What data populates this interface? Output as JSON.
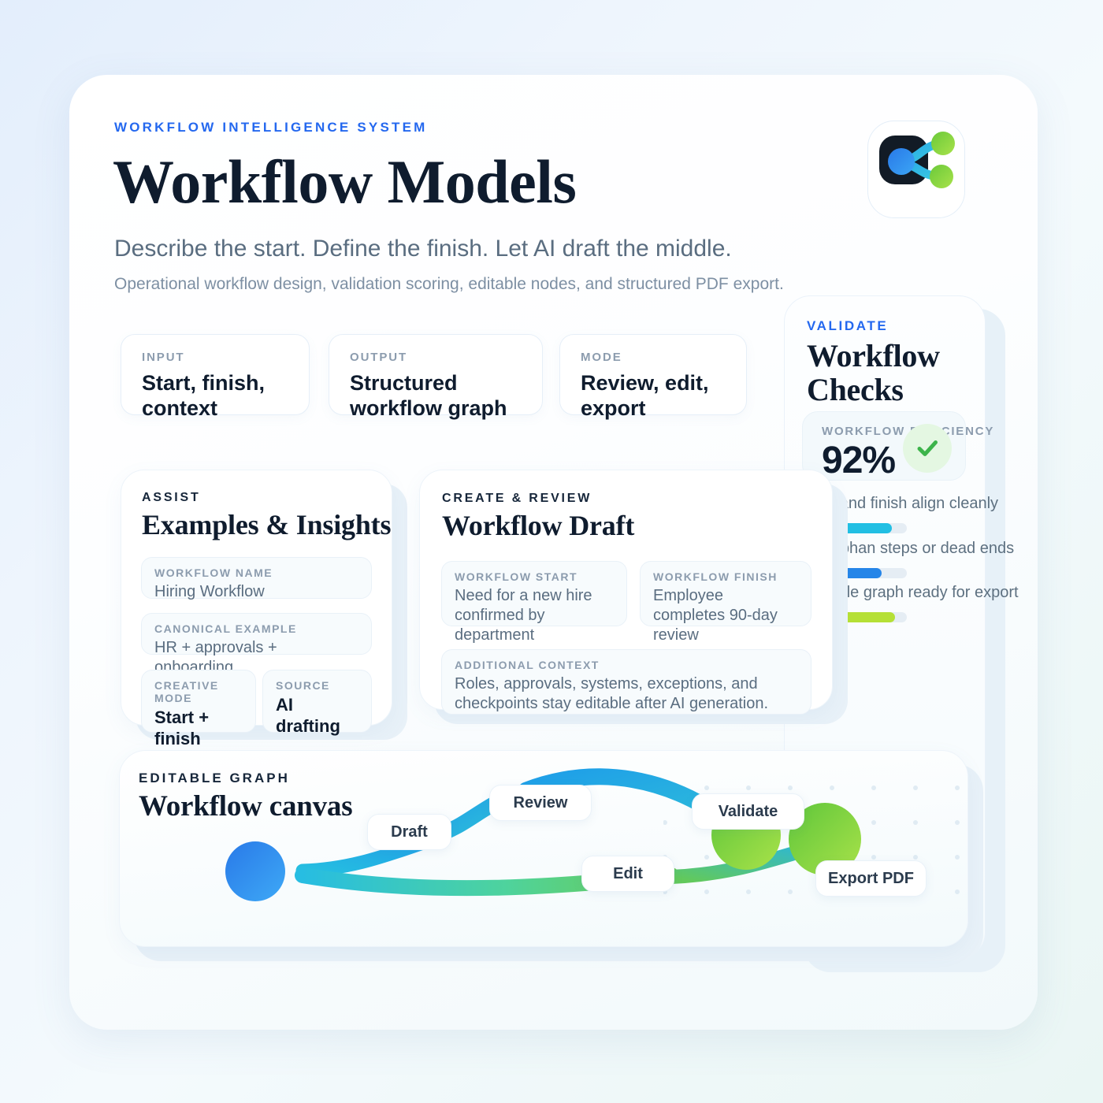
{
  "header": {
    "eyebrow": "WORKFLOW INTELLIGENCE SYSTEM",
    "title": "Workflow Models",
    "subtitle": "Describe the start. Define the finish. Let AI draft the middle.",
    "description": "Operational workflow design, validation scoring, editable nodes, and structured PDF export.",
    "logo_icon": "share-nodes-icon"
  },
  "specs": [
    {
      "key": "INPUT",
      "value": "Start, finish, context"
    },
    {
      "key": "OUTPUT",
      "value": "Structured workflow graph"
    },
    {
      "key": "MODE",
      "value": "Review, edit, export"
    }
  ],
  "validate": {
    "eyebrow": "VALIDATE",
    "title": "Workflow Checks",
    "score_label": "WORKFLOW EFFICIENCY",
    "score_value": "92%",
    "check_icon": "check-circle-icon",
    "checks": [
      {
        "text": "Start and finish align cleanly",
        "color": "#22bfe3",
        "percent": 86
      },
      {
        "text": "No orphan steps or dead ends",
        "color": "#2585e8",
        "percent": 76
      },
      {
        "text": "Editable graph ready for export",
        "color": "#b5e036",
        "percent": 89
      }
    ]
  },
  "assist": {
    "eyebrow": "ASSIST",
    "title": "Examples & Insights",
    "fields": [
      {
        "key": "WORKFLOW NAME",
        "value": "Hiring Workflow"
      },
      {
        "key": "CANONICAL EXAMPLE",
        "value": "HR + approvals + onboarding"
      },
      {
        "key": "CREATIVE MODE",
        "value": "Start + finish brief"
      },
      {
        "key": "SOURCE",
        "value": "AI drafting"
      }
    ]
  },
  "draft": {
    "eyebrow": "CREATE & REVIEW",
    "title": "Workflow Draft",
    "fields": [
      {
        "key": "WORKFLOW START",
        "value": "Need for a new hire confirmed by department"
      },
      {
        "key": "WORKFLOW FINISH",
        "value": "Employee completes 90-day review"
      },
      {
        "key": "ADDITIONAL CONTEXT",
        "value": "Roles, approvals, systems, exceptions, and checkpoints stay editable after AI generation."
      }
    ]
  },
  "canvas": {
    "eyebrow": "EDITABLE GRAPH",
    "title": "Workflow canvas",
    "start_node_icon": "start-node-icon",
    "nodes": [
      {
        "label": "Draft"
      },
      {
        "label": "Review"
      },
      {
        "label": "Validate"
      },
      {
        "label": "Edit"
      },
      {
        "label": "Export PDF"
      }
    ]
  },
  "colors": {
    "accent_blue": "#2468ef",
    "cyan": "#22bfe3",
    "green": "#6fcf3f",
    "lime": "#b5e036",
    "ink": "#0f1c2e"
  }
}
